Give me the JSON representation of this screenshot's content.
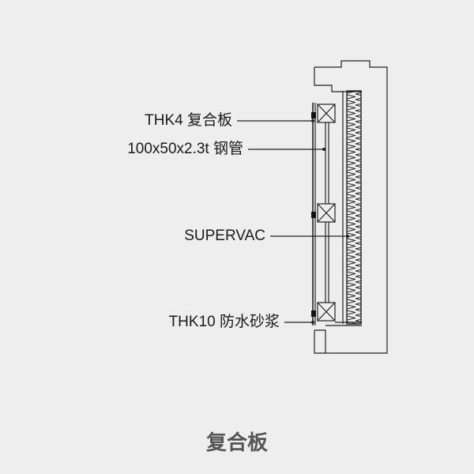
{
  "callouts": {
    "panel": "THK4 复合板",
    "steel_tube": "100x50x2.3t 钢管",
    "supervac": "SUPERVAC",
    "mortar": "THK10 防水砂浆"
  },
  "caption": "复合板",
  "colors": {
    "background": "#eeeeee",
    "line": "#1a1a1a",
    "caption": "#555555"
  }
}
